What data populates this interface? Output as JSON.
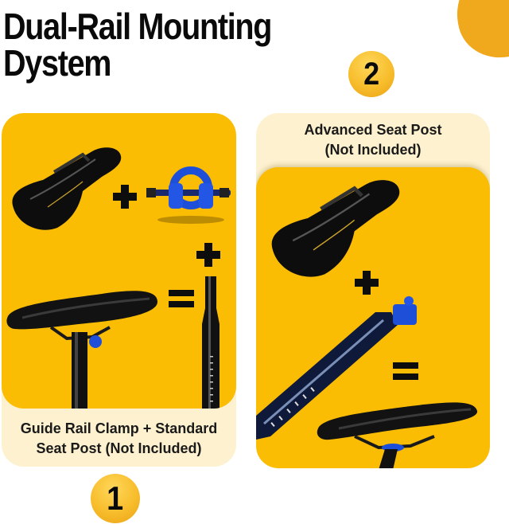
{
  "header": {
    "title_line1": "Dual-Rail Mounting",
    "title_line2": "Dystem"
  },
  "badges": {
    "step1": "1",
    "step2": "2"
  },
  "panels": [
    {
      "step": "1",
      "caption_line1": "Guide Rail Clamp + Standard",
      "caption_line2": "Seat Post (Not Included)",
      "items": [
        "saddle",
        "plus",
        "blue-rail-clamp",
        "plus",
        "equals",
        "straight-seat-post",
        "assembled-saddle-on-post"
      ]
    },
    {
      "step": "2",
      "caption_line1": "Advanced Seat Post",
      "caption_line2": "(Not Included)",
      "items": [
        "saddle",
        "plus",
        "angled-advanced-seat-post",
        "equals",
        "assembled-saddle-on-post"
      ]
    }
  ],
  "colors": {
    "panel_yellow": "#fbbc04",
    "panel_cream": "#fdf1cf",
    "badge_gold": "#f7bd2c",
    "corner_orange": "#f0a81c",
    "text": "#0a0a0a",
    "clamp_blue": "#1d4fd8"
  }
}
